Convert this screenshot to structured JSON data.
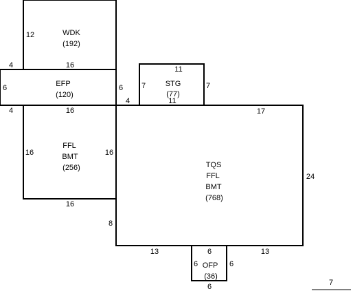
{
  "rooms": {
    "wdk": {
      "name": "WDK",
      "area": "(192)"
    },
    "efp": {
      "name": "EFP",
      "area": "(120)"
    },
    "stg": {
      "name": "STG",
      "area": "(77)"
    },
    "ffl_bmt": {
      "line1": "FFL",
      "line2": "BMT",
      "area": "(256)"
    },
    "tqs": {
      "line1": "TQS",
      "line2": "FFL",
      "line3": "BMT",
      "area": "(768)"
    },
    "ofp": {
      "name": "OFP",
      "area": "(36)"
    }
  },
  "dimensions": {
    "wdk_left": "12",
    "wdk_bottom": "16",
    "efp_top_left": "4",
    "efp_left": "6",
    "efp_right": "6",
    "efp_bottom_left": "4",
    "efp_bottom": "16",
    "stg_top": "11",
    "stg_left": "7",
    "stg_right": "7",
    "stg_bottom": "11",
    "step_4": "4",
    "ffl_left": "16",
    "ffl_right": "16",
    "ffl_bottom": "16",
    "tqs_top": "17",
    "tqs_right": "24",
    "tqs_left_lower": "8",
    "tqs_bottom_left": "13",
    "tqs_bottom_right": "13",
    "ofp_top": "6",
    "ofp_left": "6",
    "ofp_right": "6",
    "ofp_bottom": "6"
  },
  "scale": {
    "label": "7"
  }
}
